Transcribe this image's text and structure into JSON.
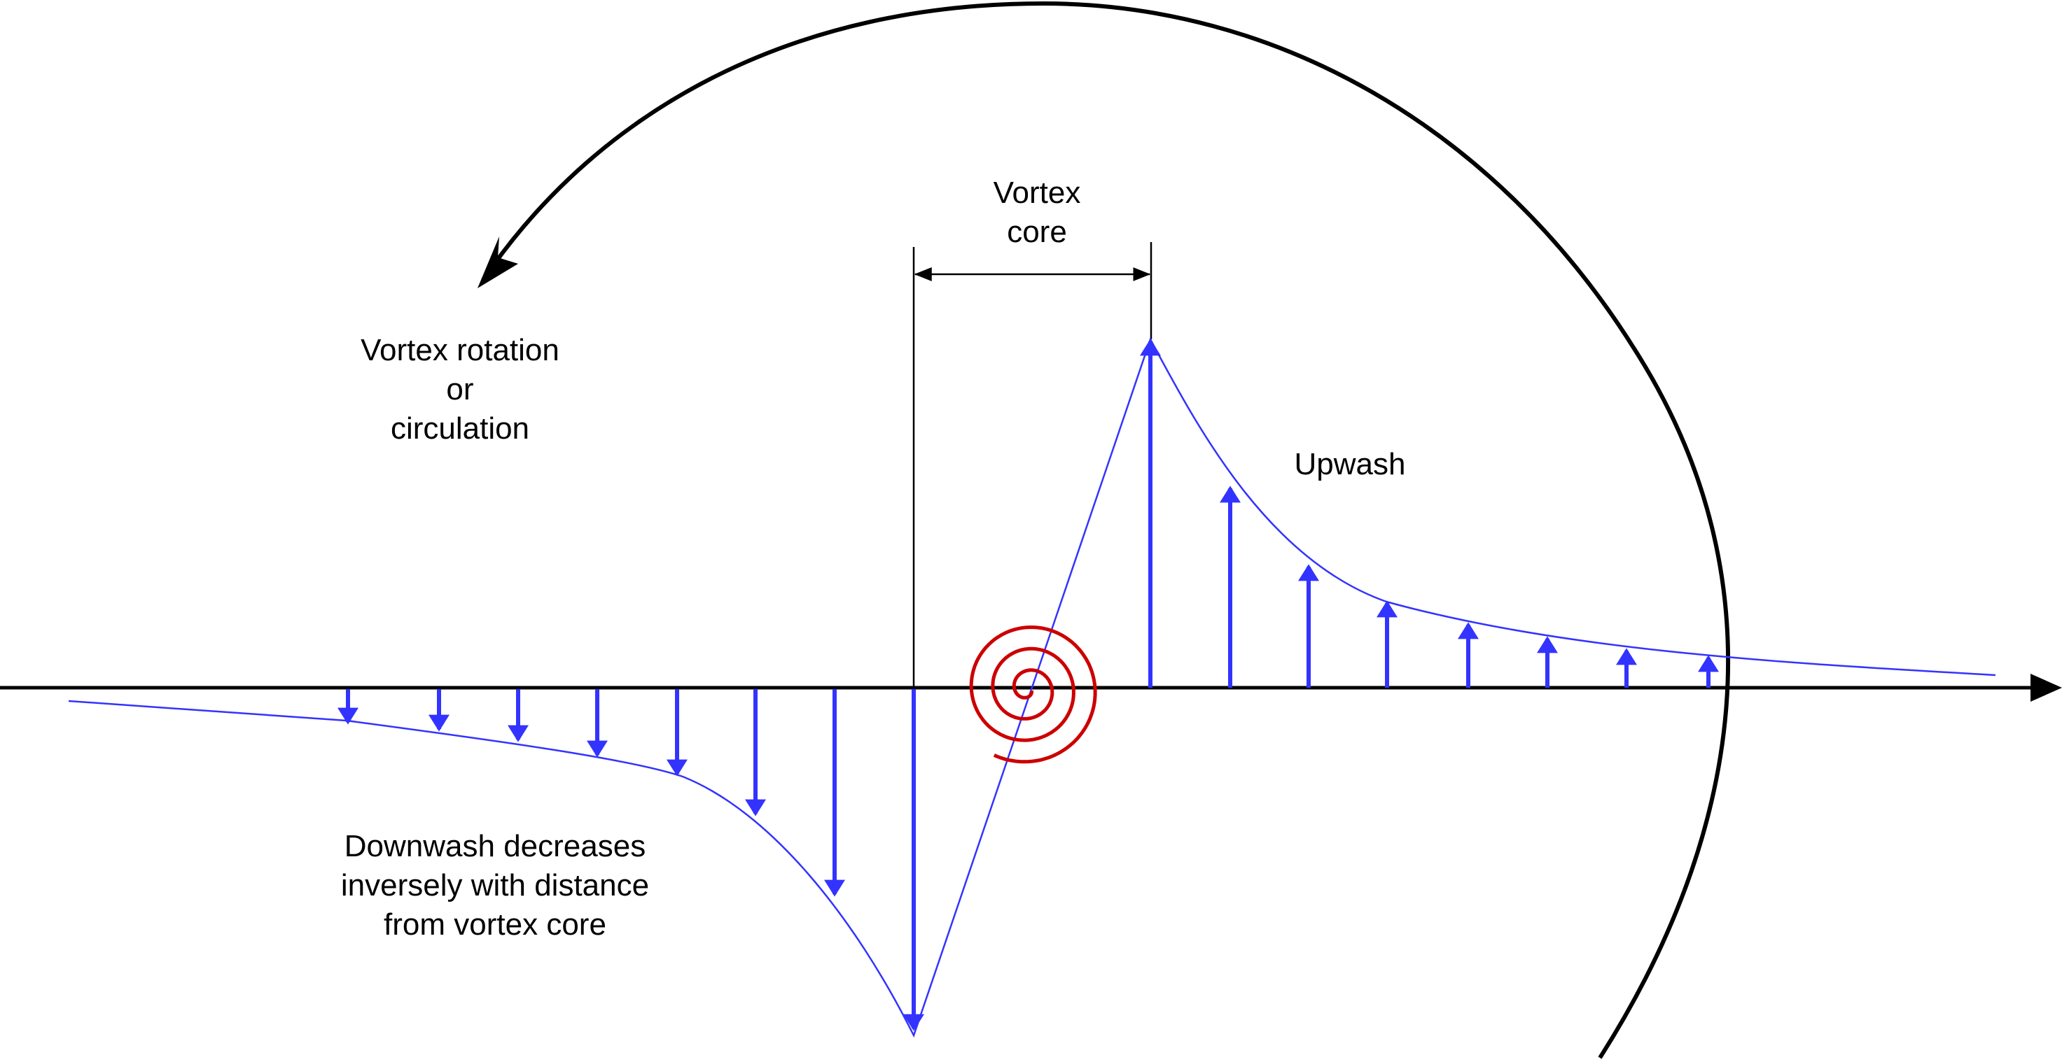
{
  "labels": {
    "vortex_core": [
      "Vortex",
      "core"
    ],
    "rotation": [
      "Vortex rotation",
      "or",
      "circulation"
    ],
    "upwash": "Upwash",
    "downwash": [
      "Downwash decreases",
      "inversely with distance",
      "from vortex core"
    ]
  },
  "colors": {
    "axis": "#000000",
    "velocity": "#3333ff",
    "spiral": "#cc0000",
    "text": "#000000"
  },
  "icons": {
    "rotation_arrow": "curved-arrow-icon",
    "vortex": "spiral-icon"
  }
}
